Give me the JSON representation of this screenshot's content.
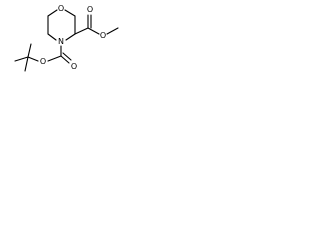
{
  "molecule": {
    "atoms": {
      "ring_oxygen": "O",
      "ring_nitrogen": "N",
      "ester_carbonyl_oxygen": "O",
      "ester_alkoxy_oxygen": "O",
      "carbamate_carbonyl_oxygen": "O",
      "carbamate_alkoxy_oxygen": "O"
    }
  },
  "colors": {
    "bond": "#000000",
    "label": "#000000",
    "background": "#ffffff"
  }
}
